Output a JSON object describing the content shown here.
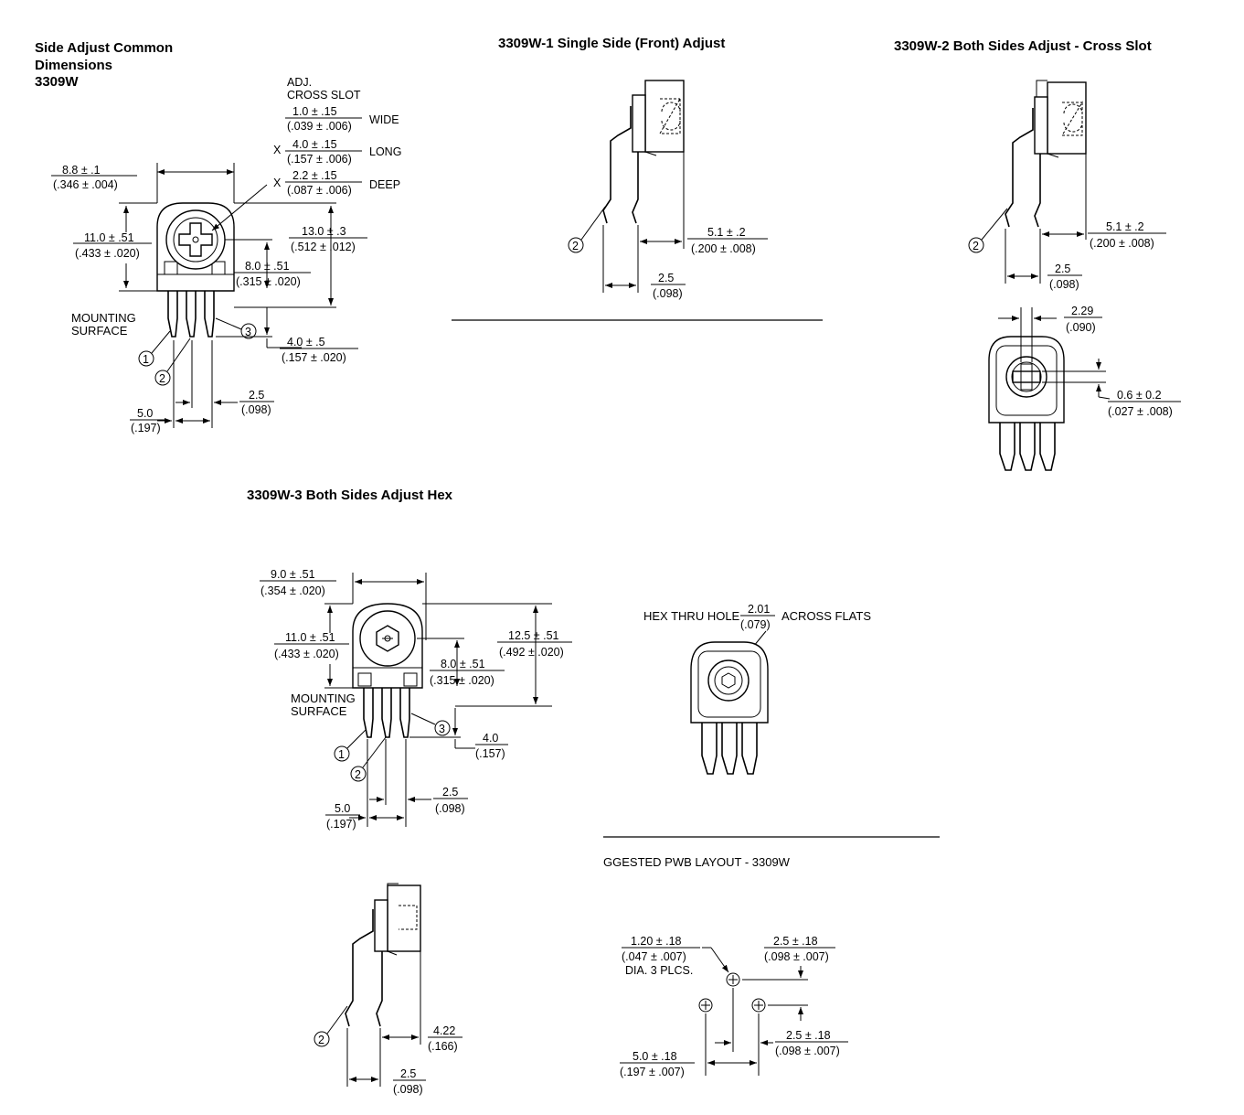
{
  "headings": {
    "common_line1": "Side Adjust Common",
    "common_line2": "Dimensions",
    "common_line3": "3309W",
    "w1": "3309W-1 Single Side (Front) Adjust",
    "w2": "3309W-2 Both Sides Adjust - Cross Slot",
    "w3": "3309W-3 Both Sides Adjust Hex",
    "pwb": "GGESTED PWB LAYOUT - 3309W"
  },
  "common": {
    "adj_line1": "ADJ.",
    "adj_line2": "CROSS SLOT",
    "wide_mm": "1.0 ± .15",
    "wide_in": "(.039 ± .006)",
    "wide_lbl": "WIDE",
    "long_mm": "4.0 ± .15",
    "long_in": "(.157 ± .006)",
    "long_lbl": "LONG",
    "deep_mm": "2.2 ± .15",
    "deep_in": "(.087 ± .006)",
    "deep_lbl": "DEEP",
    "x_mark": "X",
    "width_mm": "8.8 ± .1",
    "width_in": "(.346 ± .004)",
    "h11_mm": "11.0 ± .51",
    "h11_in": "(.433 ± .020)",
    "h13_mm": "13.0 ± .3",
    "h13_in": "(.512 ± .012)",
    "h8_mm": "8.0 ± .51",
    "h8_in": "(.315 ± .020)",
    "pin_mm": "4.0 ± .5",
    "pin_in": "(.157 ± .020)",
    "sp25_mm": "2.5",
    "sp25_in": "(.098)",
    "sp50_mm": "5.0",
    "sp50_in": "(.197)",
    "mount_line1": "MOUNTING",
    "mount_line2": "SURFACE",
    "pin1": "1",
    "pin2": "2",
    "pin3": "3"
  },
  "w1": {
    "off_mm": "5.1 ± .2",
    "off_in": "(.200 ± .008)",
    "sp_mm": "2.5",
    "sp_in": "(.098)",
    "pin2": "2"
  },
  "w2": {
    "off_mm": "5.1 ± .2",
    "off_in": "(.200 ± .008)",
    "sp_mm": "2.5",
    "sp_in": "(.098)",
    "slot_mm": "2.29",
    "slot_in": "(.090)",
    "sw_mm": "0.6 ± 0.2",
    "sw_in": "(.027 ± .008)",
    "pin2": "2"
  },
  "w3": {
    "width_mm": "9.0 ± .51",
    "width_in": "(.354 ± .020)",
    "h11_mm": "11.0 ± .51",
    "h11_in": "(.433 ± .020)",
    "h125_mm": "12.5 ± .51",
    "h125_in": "(.492 ± .020)",
    "h8_mm": "8.0 ± .51",
    "h8_in": "(.315 ± .020)",
    "pin_mm": "4.0",
    "pin_in": "(.157)",
    "sp25_mm": "2.5",
    "sp25_in": "(.098)",
    "sp50_mm": "5.0",
    "sp50_in": "(.197)",
    "mount_line1": "MOUNTING",
    "mount_line2": "SURFACE",
    "hex_text": "HEX THRU HOLE",
    "hex_mm": "2.01",
    "hex_in": "(.079)",
    "hex_flats": "ACROSS FLATS",
    "side_off_mm": "4.22",
    "side_off_in": "(.166)",
    "side_sp_mm": "2.5",
    "side_sp_in": "(.098)",
    "pin1": "1",
    "pin2": "2",
    "pin3": "3",
    "side_pin2": "2"
  },
  "pwb": {
    "dia_mm": "1.20 ± .18",
    "dia_in": "(.047 ± .007)",
    "dia_note": "DIA. 3 PLCS.",
    "v_mm": "2.5 ± .18",
    "v_in": "(.098 ± .007)",
    "h_mm": "2.5 ± .18",
    "h_in": "(.098 ± .007)",
    "span_mm": "5.0 ± .18",
    "span_in": "(.197 ± .007)"
  }
}
